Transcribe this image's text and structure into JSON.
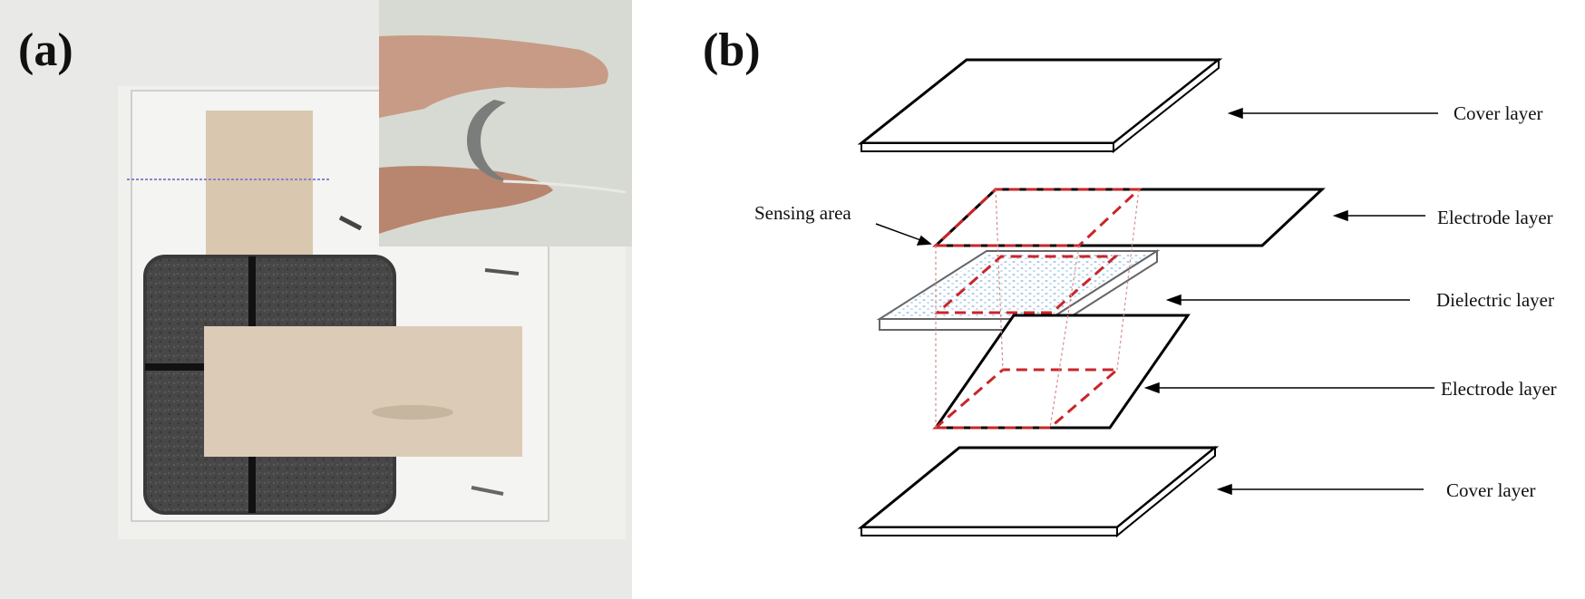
{
  "figure": {
    "panel_a_label": "(a)",
    "panel_b_label": "(b)"
  },
  "layers": {
    "cover_top": "Cover layer",
    "electrode_top": "Electrode layer",
    "dielectric": "Dielectric layer",
    "electrode_bottom": "Electrode layer",
    "cover_bottom": "Cover layer"
  },
  "annotations": {
    "sensing_area": "Sensing area"
  },
  "colors": {
    "sensing_outline": "#c8262a",
    "dielectric_particles": "#a9cbe6",
    "foam": "#4a4a4a",
    "strip": "#d9c7b0"
  }
}
